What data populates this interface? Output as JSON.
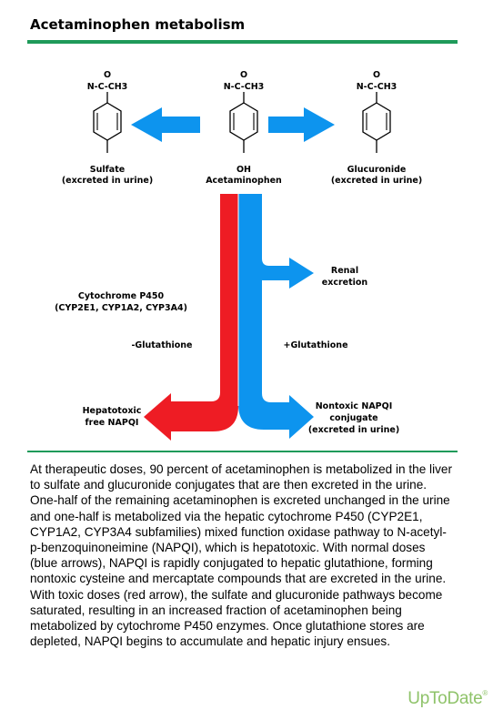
{
  "title": "Acetaminophen metabolism",
  "molecules": {
    "left": {
      "top_o": "O",
      "group": "N-C-CH3",
      "name": "Sulfate",
      "note": "(excreted in urine)"
    },
    "center": {
      "top_o": "O",
      "group": "N-C-CH3",
      "oh": "OH",
      "name": "Acetaminophen"
    },
    "right": {
      "top_o": "O",
      "group": "N-C-CH3",
      "name": "Glucuronide",
      "note": "(excreted in urine)"
    }
  },
  "pathways": {
    "cyp_line1": "Cytochrome P450",
    "cyp_line2": "(CYP2E1, CYP1A2, CYP3A4)",
    "minus_glut": "-Glutathione",
    "plus_glut": "+Glutathione",
    "renal_line1": "Renal",
    "renal_line2": "excretion",
    "hepatotoxic_line1": "Hepatotoxic",
    "hepatotoxic_line2": "free NAPQI",
    "nontoxic_line1": "Nontoxic NAPQI",
    "nontoxic_line2": "conjugate",
    "nontoxic_line3": "(excreted in urine)"
  },
  "description": "At therapeutic doses, 90 percent of acetaminophen is metabolized in the liver to sulfate and glucuronide conjugates that are then excreted in the urine. One-half of the remaining acetaminophen is excreted unchanged in the urine and one-half is metabolized via the hepatic cytochrome P450 (CYP2E1, CYP1A2, CYP3A4 subfamilies) mixed function oxidase pathway to N-acetyl-p-benzoquinoneimine (NAPQI), which is hepatotoxic. With normal doses (blue arrows), NAPQI is rapidly conjugated to hepatic glutathione, forming nontoxic cysteine and mercaptate compounds that are excreted in the urine. With toxic doses (red arrow), the sulfate and glucuronide pathways become saturated, resulting in an increased fraction of acetaminophen being metabolized by cytochrome P450 enzymes. Once glutathione stores are depleted, NAPQI begins to accumulate and hepatic injury ensues.",
  "logo": "UpToDate",
  "logo_mark": "®",
  "colors": {
    "blue": "#0d94ee",
    "red": "#ee1c24",
    "rule": "#1f9a5a",
    "logo": "#8fc36a"
  }
}
